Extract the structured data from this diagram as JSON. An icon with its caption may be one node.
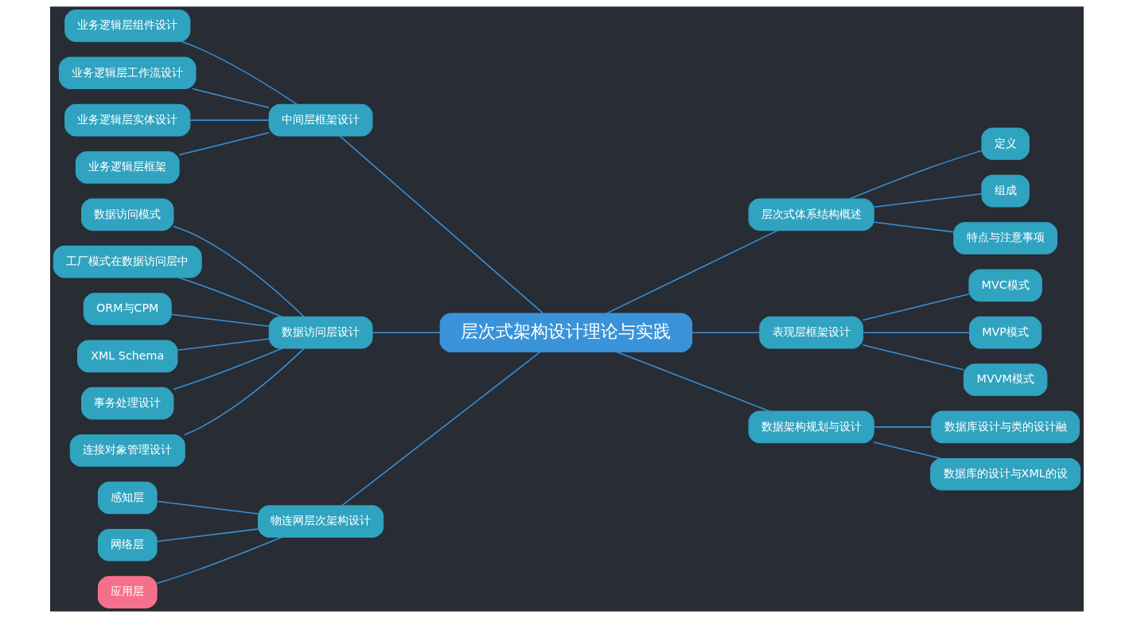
{
  "diagram": {
    "nodes": [
      {
        "text": [
          "层次式架构设计理论与实践"
        ]
      },
      {
        "text": [
          "中间层框架设计"
        ]
      },
      {
        "text": [
          "业务逻辑层组件设计"
        ]
      },
      {
        "text": [
          "业务逻辑层工作流设计"
        ]
      },
      {
        "text": [
          "业务逻辑层实体设计"
        ]
      },
      {
        "text": [
          "业务逻辑层框架"
        ]
      },
      {
        "text": [
          "数据访问层设计"
        ]
      },
      {
        "text": [
          "数据访问模式"
        ]
      },
      {
        "text": [
          "工厂模式在数据访问层中"
        ]
      },
      {
        "text": [
          "ORM与CPM"
        ]
      },
      {
        "text": [
          "XML Schema"
        ]
      },
      {
        "text": [
          "事务处理设计"
        ]
      },
      {
        "text": [
          "连接对象管理设计"
        ]
      },
      {
        "text": [
          "物连网层次架构设计"
        ]
      },
      {
        "text": [
          "感知层"
        ]
      },
      {
        "text": [
          "网络层"
        ]
      },
      {
        "text": [
          "应用层"
        ]
      },
      {
        "text": [
          "层次式体系结构概述"
        ]
      },
      {
        "text": [
          "定义"
        ]
      },
      {
        "text": [
          "组成"
        ]
      },
      {
        "text": [
          "特点与注意事项"
        ]
      },
      {
        "text": [
          "表现层框架设计"
        ]
      },
      {
        "text": [
          "MVC模式"
        ]
      },
      {
        "text": [
          "MVP模式"
        ]
      },
      {
        "text": [
          "MVVM模式"
        ]
      },
      {
        "text": [
          "数据架构规划与设计"
        ]
      },
      {
        "text": [
          "数据库设计与类的设计融"
        ]
      },
      {
        "text": [
          "数据库的设计与XML的设"
        ]
      }
    ],
    "edges": [
      {
        "from": 0,
        "to": 1,
        "arrow": "none"
      },
      {
        "from": 1,
        "to": 2,
        "arrow": "none"
      },
      {
        "from": 1,
        "to": 3,
        "arrow": "none"
      },
      {
        "from": 1,
        "to": 4,
        "arrow": "none"
      },
      {
        "from": 1,
        "to": 5,
        "arrow": "none"
      },
      {
        "from": 0,
        "to": 6,
        "arrow": "none"
      },
      {
        "from": 6,
        "to": 7,
        "arrow": "none"
      },
      {
        "from": 6,
        "to": 8,
        "arrow": "none"
      },
      {
        "from": 6,
        "to": 9,
        "arrow": "none"
      },
      {
        "from": 6,
        "to": 10,
        "arrow": "none"
      },
      {
        "from": 6,
        "to": 11,
        "arrow": "none"
      },
      {
        "from": 6,
        "to": 12,
        "arrow": "none"
      },
      {
        "from": 0,
        "to": 13,
        "arrow": "none"
      },
      {
        "from": 13,
        "to": 14,
        "arrow": "none"
      },
      {
        "from": 13,
        "to": 15,
        "arrow": "none"
      },
      {
        "from": 13,
        "to": 16,
        "arrow": "none"
      },
      {
        "from": 0,
        "to": 17,
        "arrow": "none"
      },
      {
        "from": 17,
        "to": 18,
        "arrow": "none"
      },
      {
        "from": 17,
        "to": 19,
        "arrow": "none"
      },
      {
        "from": 17,
        "to": 20,
        "arrow": "none"
      },
      {
        "from": 0,
        "to": 21,
        "arrow": "none"
      },
      {
        "from": 21,
        "to": 22,
        "arrow": "none"
      },
      {
        "from": 21,
        "to": 23,
        "arrow": "none"
      },
      {
        "from": 21,
        "to": 24,
        "arrow": "none"
      },
      {
        "from": 0,
        "to": 25,
        "arrow": "none"
      },
      {
        "from": 25,
        "to": 26,
        "arrow": "none"
      },
      {
        "from": 25,
        "to": 27,
        "arrow": "none"
      }
    ]
  }
}
